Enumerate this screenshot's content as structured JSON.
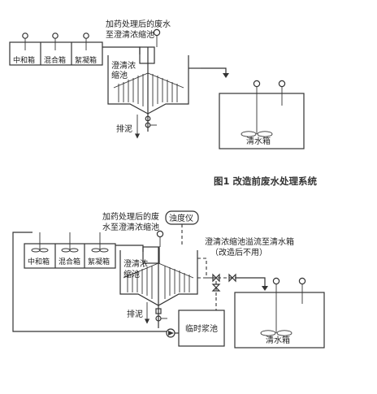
{
  "figure1": {
    "tanks": [
      "中和箱",
      "混合箱",
      "絮凝箱"
    ],
    "note_line1": "加药处理后的废水",
    "note_line2": "至澄清浓缩池",
    "clarifier_line1": "澄清浓",
    "clarifier_line2": "缩池",
    "sludge": "排泥",
    "clean_tank": "清水箱",
    "caption": "图1  改造前废水处理系统"
  },
  "figure2": {
    "tanks": [
      "中和箱",
      "混合箱",
      "絮凝箱"
    ],
    "note_line1": "加药处理后的废",
    "note_line2": "水至澄清浓缩池",
    "turbidity_meter": "浊度仪",
    "overflow_line1": "澄清浓缩池溢流至清水箱",
    "overflow_line2": "（改造后不用）",
    "clarifier_line1": "澄清浓",
    "clarifier_line2": "缩池",
    "sludge": "排泥",
    "temp_tank": "临时浆池",
    "clean_tank": "清水箱"
  }
}
